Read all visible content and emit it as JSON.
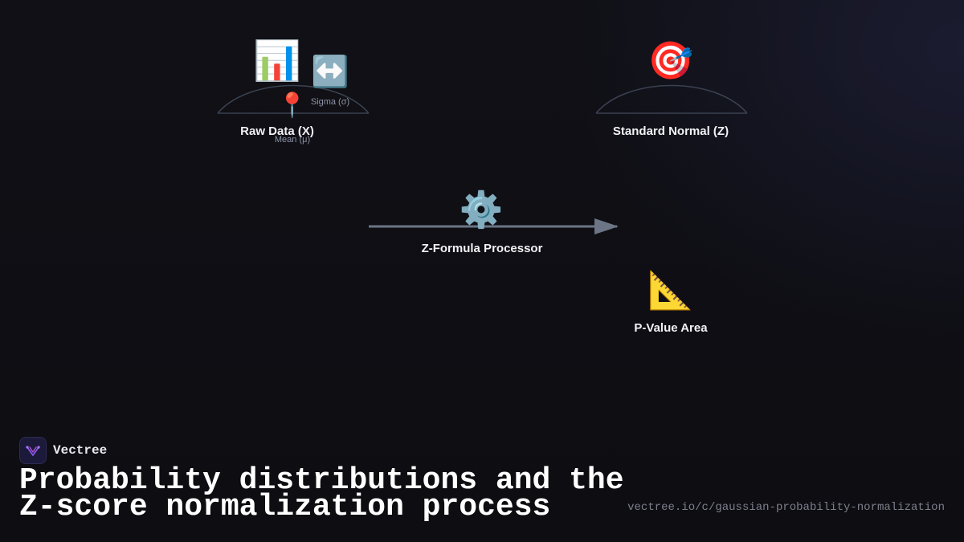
{
  "diagram": {
    "nodes": {
      "raw_data": {
        "label": "Raw Data (X)",
        "icon": "bar-chart-icon"
      },
      "mean": {
        "label": "Mean (μ)",
        "icon": "pin-icon"
      },
      "sigma": {
        "label": "Sigma (σ)",
        "icon": "left-right-arrow-icon"
      },
      "standard_normal": {
        "label": "Standard Normal (Z)",
        "icon": "target-icon"
      },
      "processor": {
        "label": "Z-Formula Processor",
        "icon": "gear-icon"
      },
      "p_value": {
        "label": "P-Value Area",
        "icon": "triangle-ruler-icon"
      }
    },
    "edges": [
      {
        "from": "Raw Data (X)",
        "to": "Standard Normal (Z)",
        "via": "Z-Formula Processor"
      }
    ],
    "colors": {
      "background": "#0e0e13",
      "curve": "#3a4150",
      "arrow": "#6b7585",
      "label": "#f2f2f5",
      "sublabel": "#8e93a6"
    }
  },
  "footer": {
    "brand": "Vectree",
    "title_line1": "Probability distributions and the",
    "title_line2": "Z-score normalization process",
    "url": "vectree.io/c/gaussian-probability-normalization"
  }
}
